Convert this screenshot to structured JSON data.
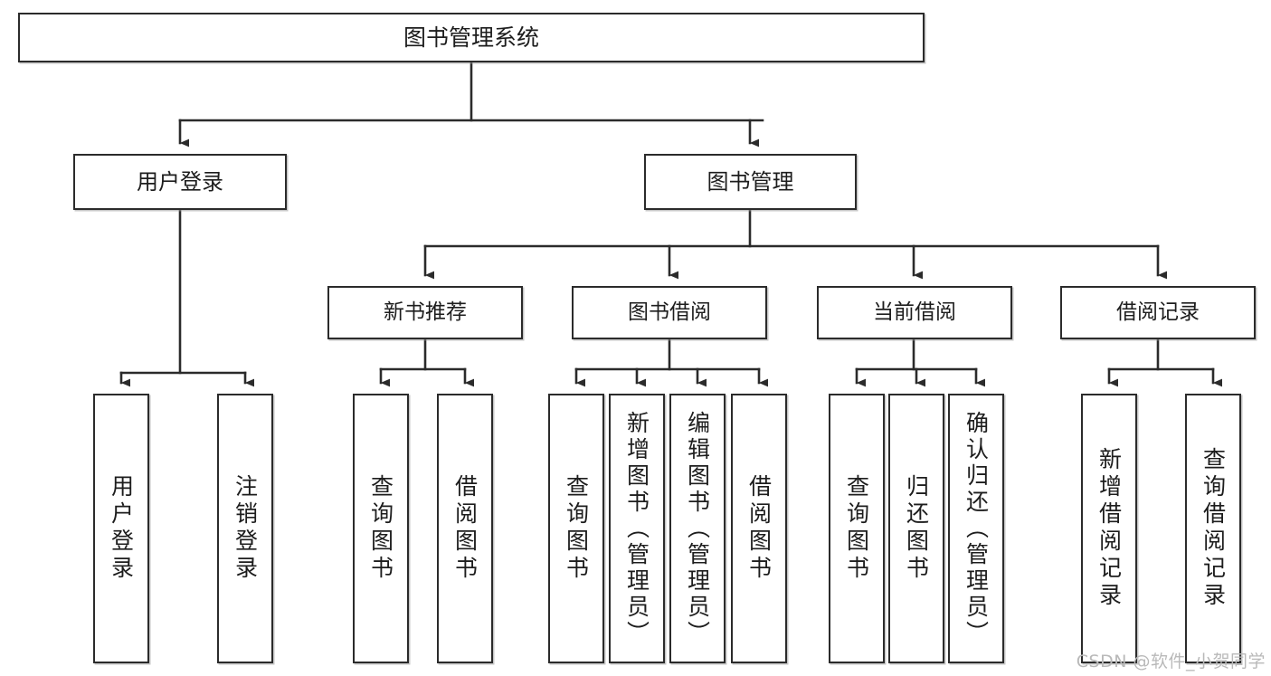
{
  "diagram": {
    "title": "图书管理系统",
    "type": "tree",
    "watermark": "CSDN @软件_小贺同学",
    "colors": {
      "box_border": "#2b2b2b",
      "box_fill": "#ffffff",
      "connector": "#2b2b2b",
      "text": "#1d1d1d",
      "watermark": "#b9b9b9"
    },
    "root": {
      "label": "图书管理系统"
    },
    "level2": [
      {
        "label": "用户登录"
      },
      {
        "label": "图书管理"
      }
    ],
    "level3": [
      {
        "label": "新书推荐"
      },
      {
        "label": "图书借阅"
      },
      {
        "label": "当前借阅"
      },
      {
        "label": "借阅记录"
      }
    ],
    "leaves": {
      "user_login": [
        {
          "label": "用户登录"
        },
        {
          "label": "注销登录"
        }
      ],
      "new_book_recommend": [
        {
          "label": "查询图书"
        },
        {
          "label": "借阅图书"
        }
      ],
      "book_borrow": [
        {
          "label": "查询图书"
        },
        {
          "label": "新增图书（管理员）"
        },
        {
          "label": "编辑图书（管理员）"
        },
        {
          "label": "借阅图书"
        }
      ],
      "current_borrow": [
        {
          "label": "查询图书"
        },
        {
          "label": "归还图书"
        },
        {
          "label": "确认归还（管理员）"
        }
      ],
      "borrow_record": [
        {
          "label": "新增借阅记录"
        },
        {
          "label": "查询借阅记录"
        }
      ]
    }
  }
}
